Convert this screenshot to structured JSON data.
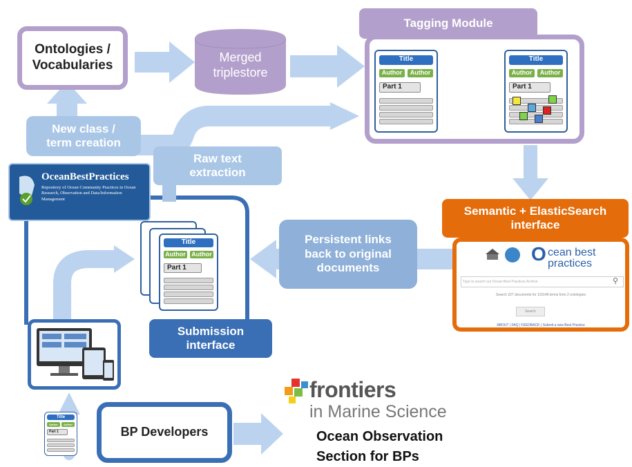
{
  "nodes": {
    "ontologies": "Ontologies /\nVocabularies",
    "merged": "Merged\ntriplestore",
    "tagging": "Tagging Module",
    "new_class": "New class /\nterm creation",
    "raw_text": "Raw text\nextraction",
    "semantic": "Semantic + ElasticSearch\ninterface",
    "persistent": "Persistent links\nback to original\ndocuments",
    "submission": "Submission\ninterface",
    "bp_dev": "BP Developers"
  },
  "doc": {
    "title": "Title",
    "author": "Author",
    "part": "Part 1"
  },
  "obp_logo": {
    "name": "OceanBestPractices",
    "tagline": "Repository of Ocean Community Practices in Ocean Research, Observation and Data/Information Management"
  },
  "search_ui": {
    "logo_text": "cean best\npractices",
    "logo_initial": "O",
    "placeholder": "Type to search our Ocean Best Practices Archive",
    "stats": "Search 227 documents for 116148 terms from 2 ontologies",
    "button": "Search",
    "footer": "ABOUT | FAQ | FEEDBACK | Submit a new Best Practice"
  },
  "frontiers": {
    "brand": "frontiers",
    "journal": "in Marine Science",
    "section": "Ocean Observation\nSection for BPs"
  },
  "colors": {
    "purple": "#b39fcb",
    "blue_light": "#a9c6e6",
    "blue_mid": "#8fb0d8",
    "blue_dark": "#3a6fb5",
    "orange": "#e46c0a",
    "arrow": "#b7d0ee"
  }
}
